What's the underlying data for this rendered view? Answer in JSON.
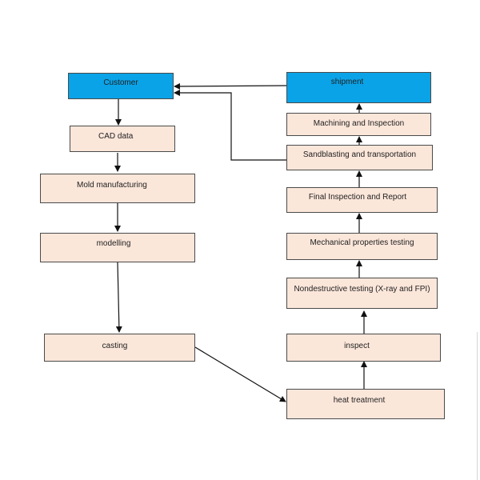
{
  "nodes": {
    "customer": "Customer",
    "cad_data": "CAD data",
    "mold_manufacturing": "Mold manufacturing",
    "modelling": "modelling",
    "casting": "casting",
    "heat_treatment": "heat treatment",
    "inspect": "inspect",
    "nondestructive_testing": "Nondestructive testing (X-ray and FPI)",
    "mechanical_testing": "Mechanical properties testing",
    "final_inspection": "Final Inspection and Report",
    "sandblasting": "Sandblasting and transportation",
    "machining": "Machining and Inspection",
    "shipment": "shipment"
  },
  "colors": {
    "process_fill": "#fbe6da",
    "endpoint_fill": "#0aa3e8",
    "border": "#4a4a4a",
    "arrow": "#111111"
  }
}
